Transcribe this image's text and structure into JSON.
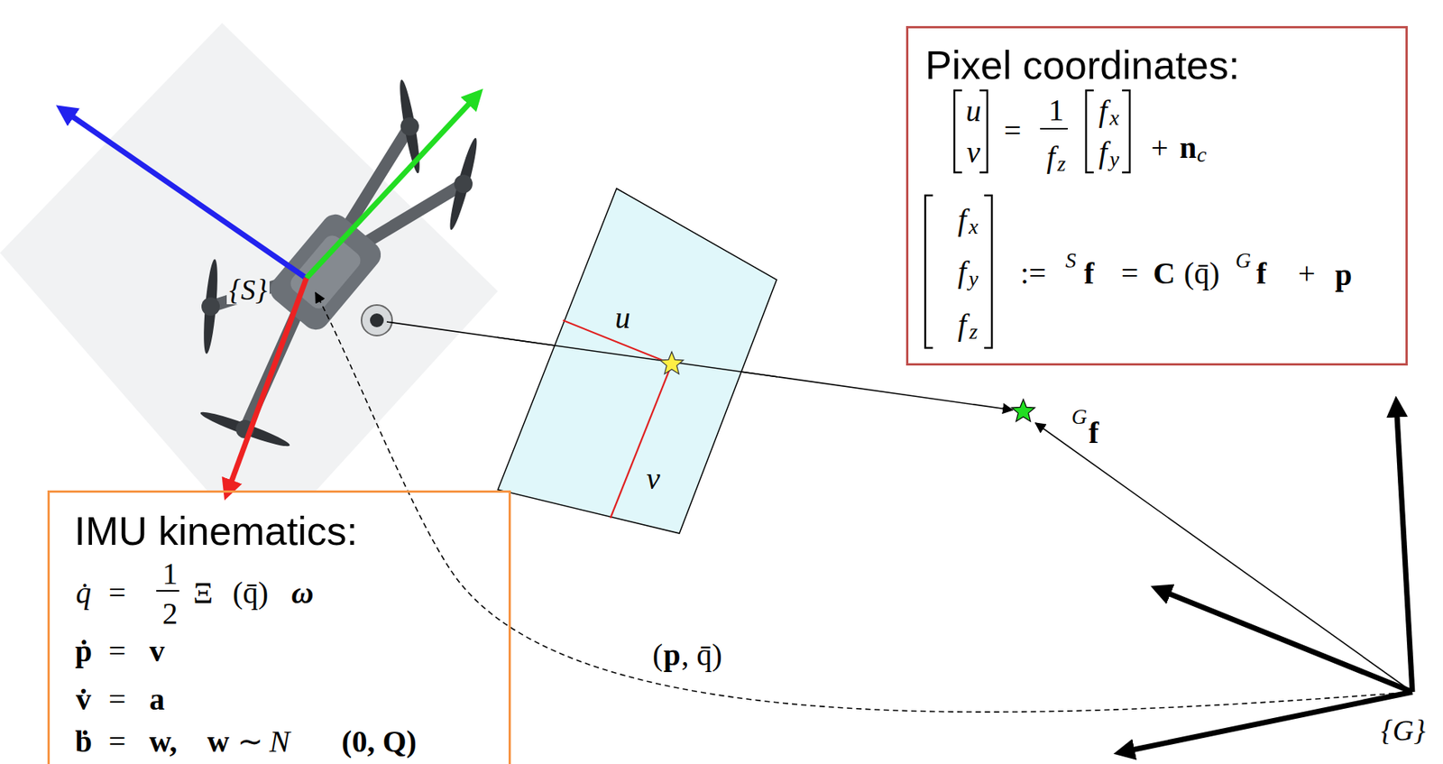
{
  "diagram": {
    "nodes": [
      {
        "text": [
          "Pixel coordinates:",
          "u",
          "v",
          "=",
          "1",
          "f",
          "z",
          "f",
          "x",
          "f",
          "y",
          "+",
          "n",
          "c",
          "f",
          "x",
          "f",
          "y",
          "f",
          "z",
          ":=",
          "S",
          "f",
          "=",
          "C",
          "(q̄)",
          "G",
          "f",
          "+",
          "p"
        ]
      },
      {
        "text": [
          "u",
          "v"
        ]
      },
      {
        "text": [
          "IMU kinematics:",
          "q̇",
          "=",
          "1",
          "2",
          "Ξ",
          "(q̄)",
          "ω",
          "ṗ",
          "=",
          "v",
          "v̇",
          "=",
          "a",
          "ḃ",
          "=",
          "w,",
          "w",
          "∼",
          "N",
          "(0, Q)"
        ]
      }
    ],
    "labels": [
      "{S}",
      "G",
      "f",
      "(",
      "p",
      ", q̄)",
      "{G}"
    ]
  }
}
